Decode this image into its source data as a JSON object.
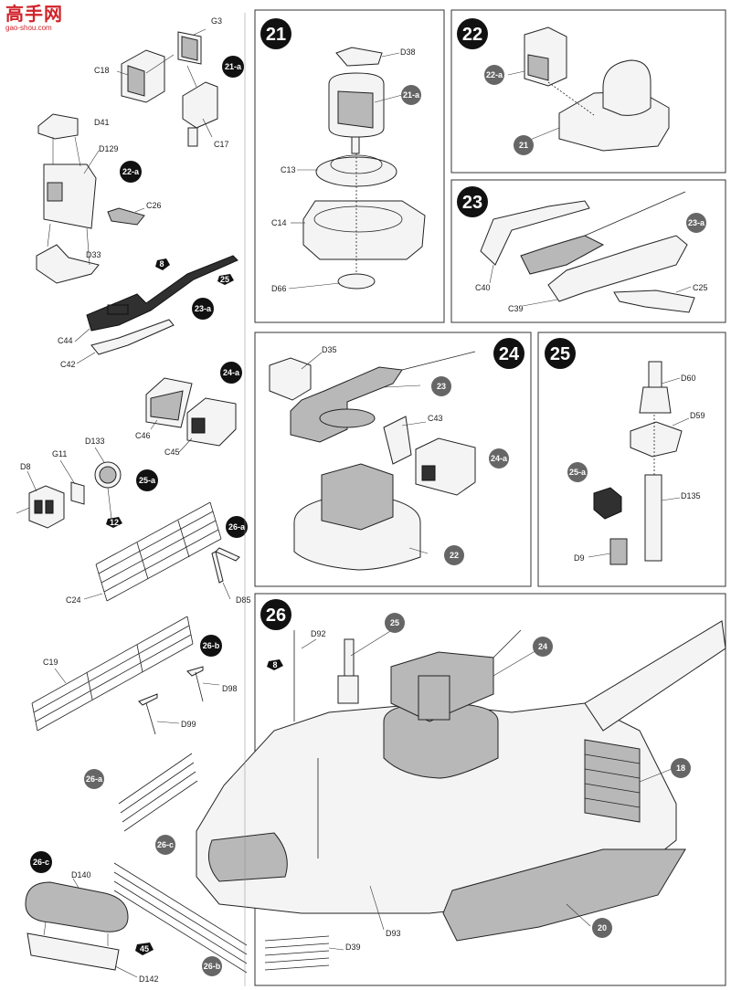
{
  "watermark": {
    "brand": "高手网",
    "url": "gao-shou.com"
  },
  "steps": {
    "s21": "21",
    "s22": "22",
    "s23": "23",
    "s24": "24",
    "s25": "25",
    "s26": "26"
  },
  "subassemblies": {
    "a21": "21-a",
    "a22": "22-a",
    "a23": "23-a",
    "a24": "24-a",
    "a25": "25-a",
    "a26": "26-a",
    "b26": "26-b",
    "c26": "26-c"
  },
  "refs": {
    "r21": "21",
    "r22": "22",
    "r23": "23",
    "r24": "24",
    "r25": "25",
    "r18": "18",
    "r20": "20"
  },
  "paint": {
    "p8a": "8",
    "p25": "25",
    "p12": "12",
    "p8b": "8",
    "p45": "45"
  },
  "parts": {
    "G3": "G3",
    "C18": "C18",
    "C17": "C17",
    "D41": "D41",
    "D129": "D129",
    "C26": "C26",
    "D33": "D33",
    "C44": "C44",
    "C42": "C42",
    "C46": "C46",
    "C45": "C45",
    "D8": "D8",
    "G11": "G11",
    "D133": "D133",
    "C24": "C24",
    "D85": "D85",
    "C19": "C19",
    "D98": "D98",
    "D99": "D99",
    "D140": "D140",
    "D142": "D142",
    "D38": "D38",
    "C13": "C13",
    "C14": "C14",
    "D66": "D66",
    "C40": "C40",
    "C39": "C39",
    "C25": "C25",
    "D35": "D35",
    "C43": "C43",
    "D60": "D60",
    "D59": "D59",
    "D135": "D135",
    "D9": "D9",
    "D92": "D92",
    "D39": "D39",
    "D93": "D93"
  }
}
